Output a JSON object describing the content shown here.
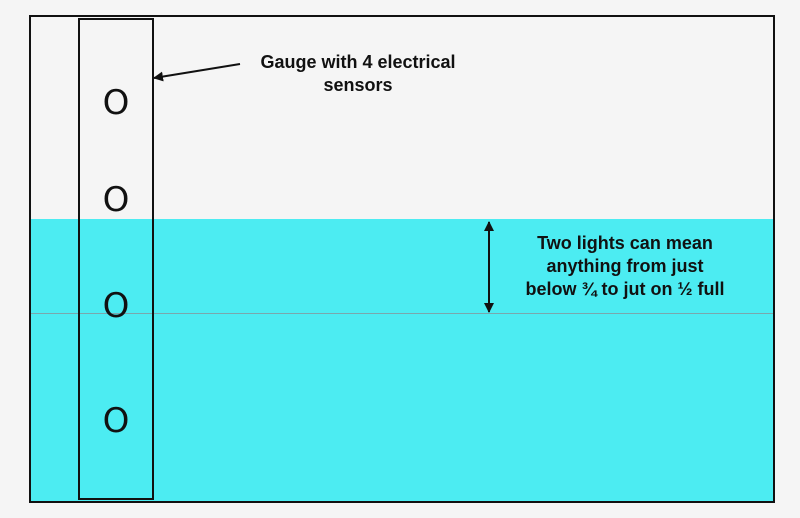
{
  "colors": {
    "water": "#4cecf2",
    "background": "#f5f5f5",
    "outline": "#111111"
  },
  "gauge": {
    "sensors": [
      "O",
      "O",
      "O",
      "O"
    ]
  },
  "annotations": {
    "gauge_label_line1": "Gauge with 4 electrical",
    "gauge_label_line2": "sensors",
    "range_label_line1": "Two lights can mean",
    "range_label_line2": "anything from just",
    "range_label_line3": "below ¾ to jut on ½ full"
  },
  "water_level_fraction": 0.59
}
